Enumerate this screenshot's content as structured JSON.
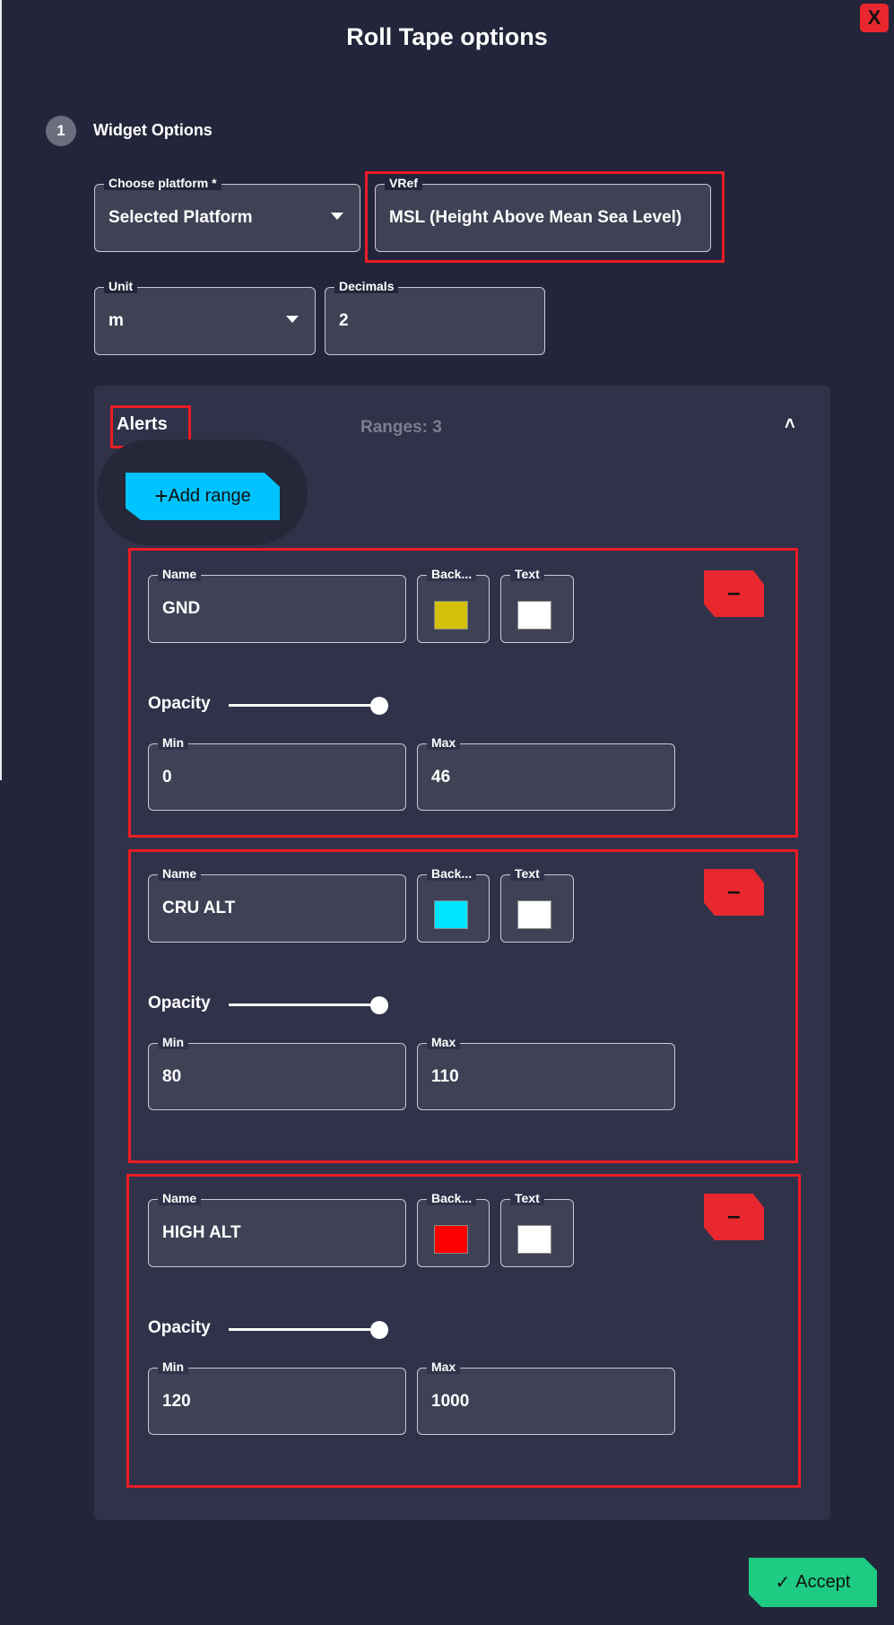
{
  "dialog": {
    "title": "Roll Tape options",
    "close_label": "X"
  },
  "step": {
    "number": "1",
    "label": "Widget Options"
  },
  "fields": {
    "platform": {
      "label": "Choose platform *",
      "value": "Selected Platform"
    },
    "vref": {
      "label": "VRef",
      "value": "MSL (Height Above Mean Sea Level)"
    },
    "unit": {
      "label": "Unit",
      "value": "m"
    },
    "decimals": {
      "label": "Decimals",
      "value": "2"
    }
  },
  "alerts": {
    "title": "Alerts",
    "ranges_count": "Ranges: 3",
    "add_range_label": "Add range",
    "add_icon": "+",
    "name_label": "Name",
    "back_label": "Back...",
    "text_label": "Text",
    "opacity_label": "Opacity",
    "min_label": "Min",
    "max_label": "Max",
    "remove_label": "–",
    "ranges": [
      {
        "name": "GND",
        "background": "#d4c20a",
        "text_color": "#ffffff",
        "opacity": 1.0,
        "min": "0",
        "max": "46"
      },
      {
        "name": "CRU ALT",
        "background": "#00e5ff",
        "text_color": "#ffffff",
        "opacity": 1.0,
        "min": "80",
        "max": "110"
      },
      {
        "name": "HIGH ALT",
        "background": "#ff0000",
        "text_color": "#ffffff",
        "opacity": 1.0,
        "min": "120",
        "max": "1000"
      }
    ]
  },
  "footer": {
    "accept_label": "Accept",
    "accept_icon": "✓"
  }
}
